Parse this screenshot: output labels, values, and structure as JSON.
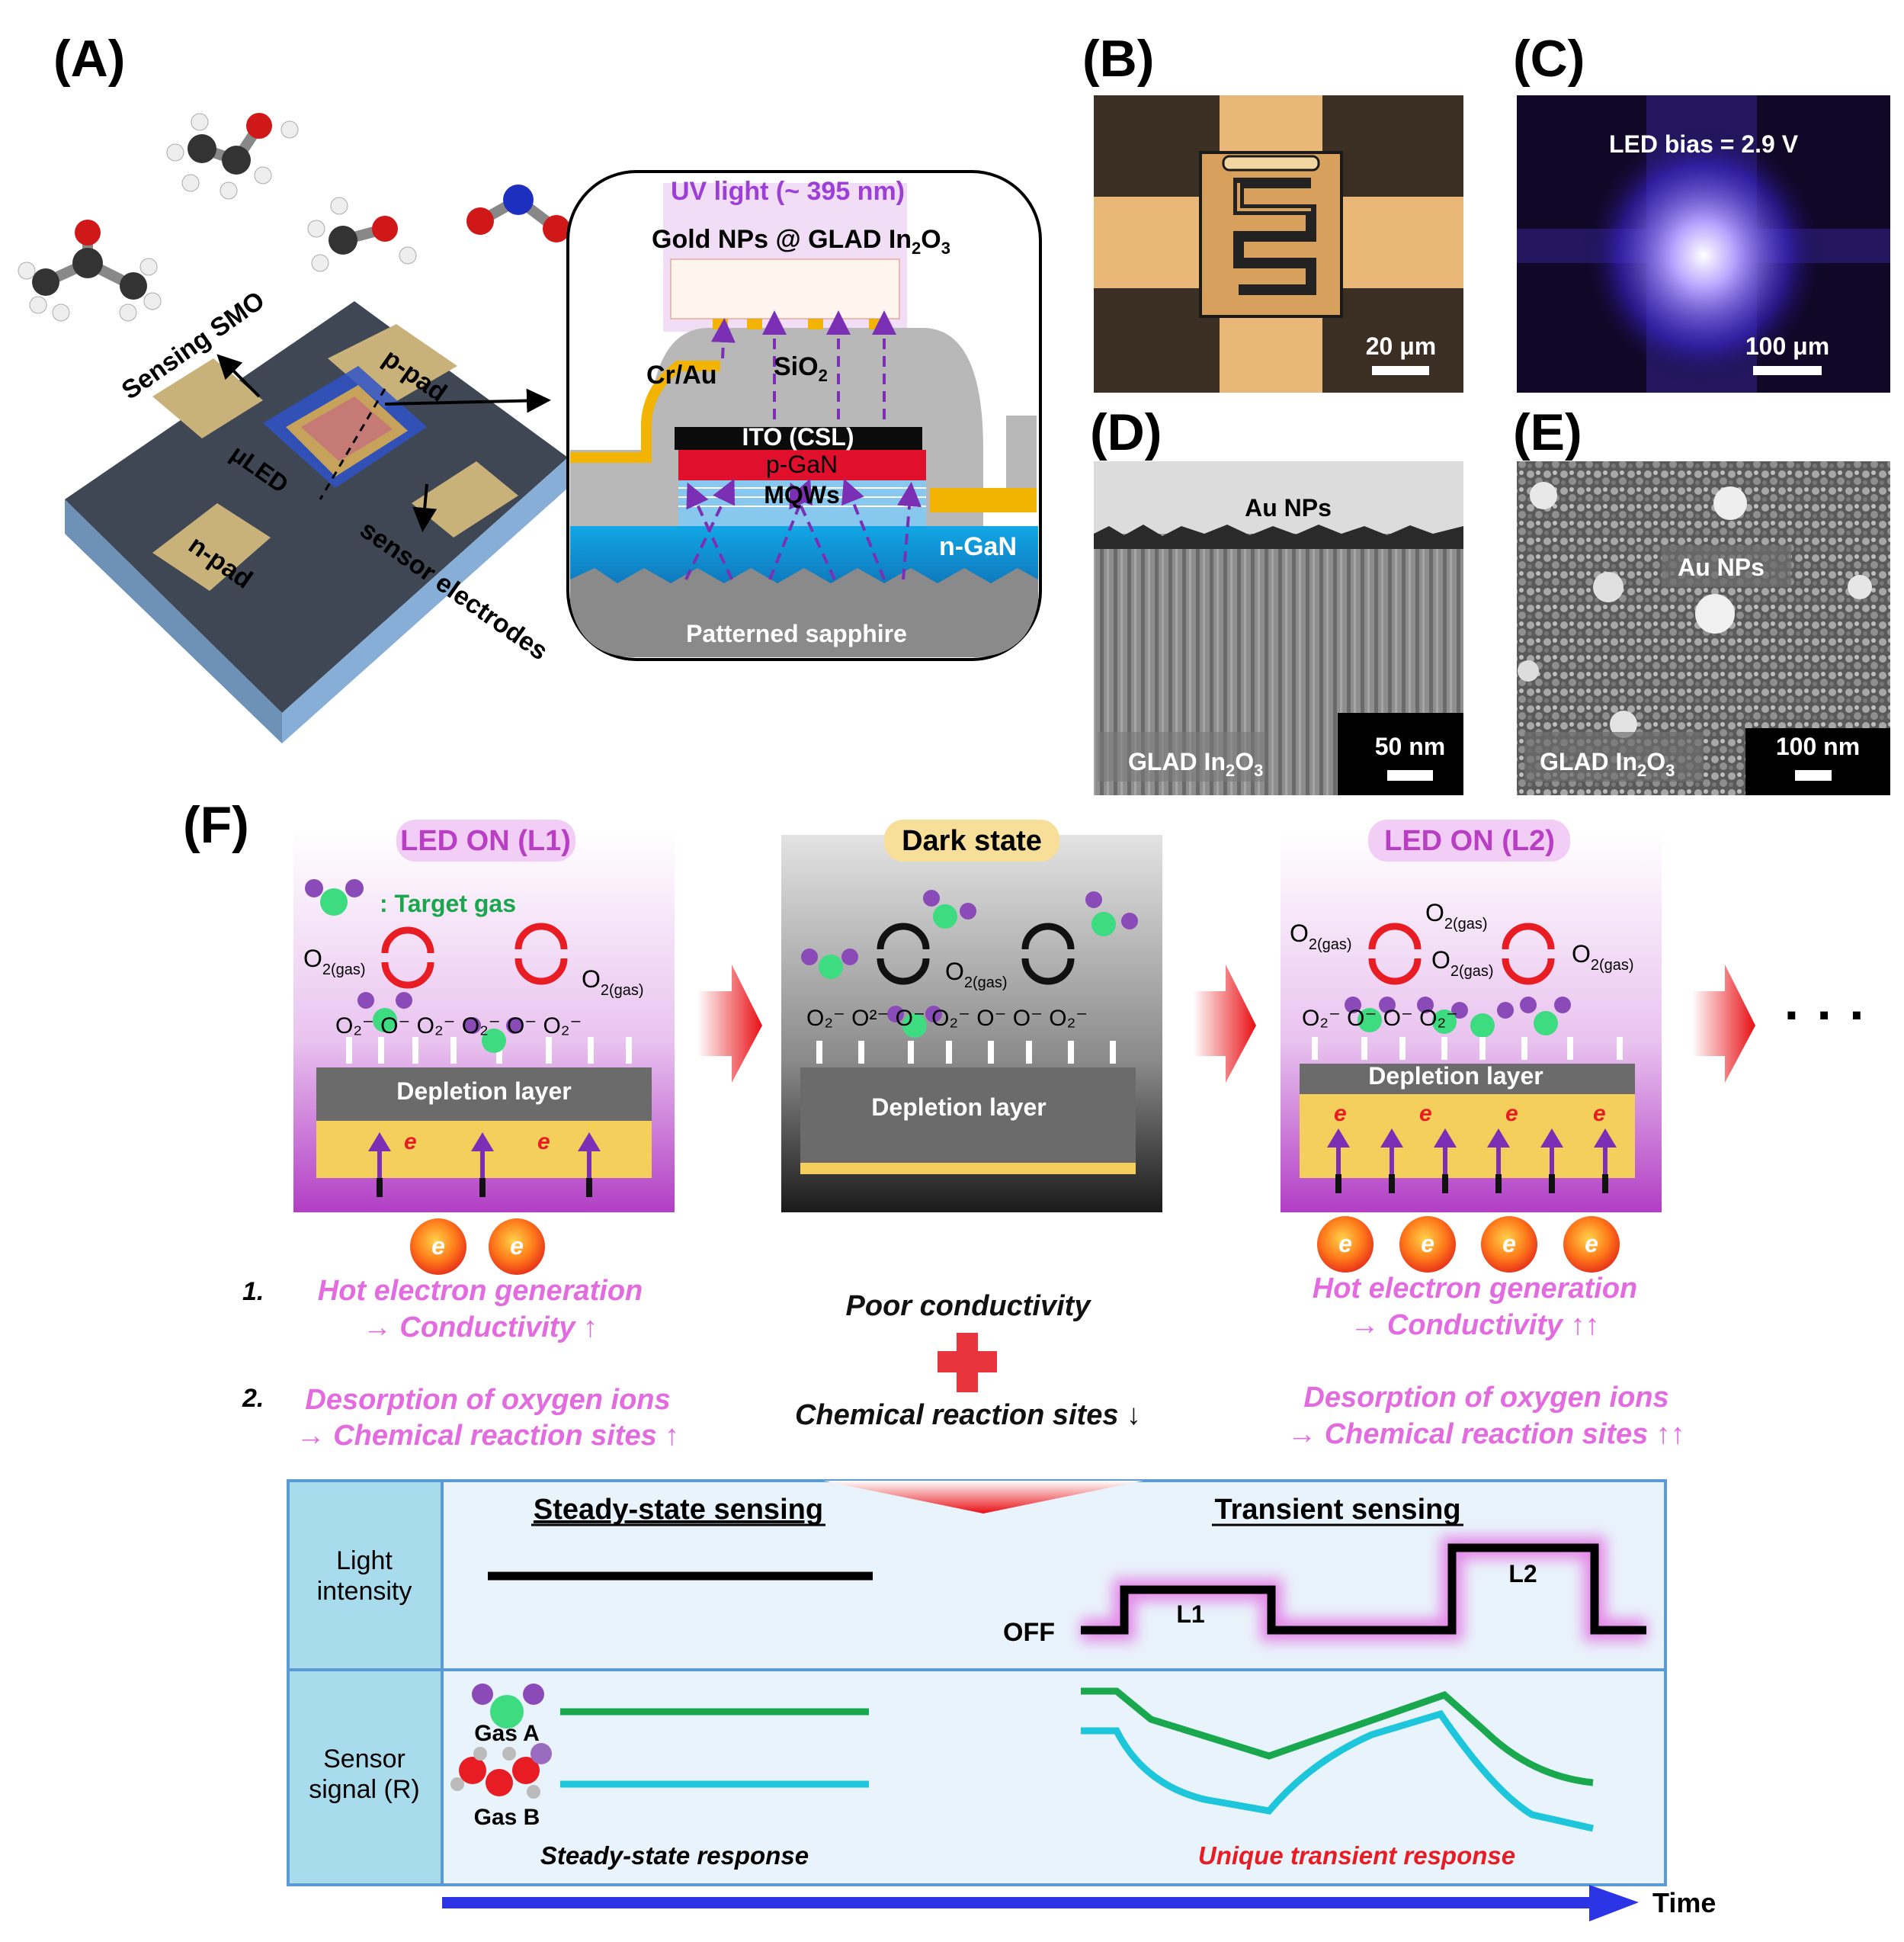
{
  "panels": {
    "A": {
      "label": "(A)",
      "uv_light": "UV light (~ 395 nm)",
      "gold_nps": "Gold NPs @ GLAD In",
      "gold_sub": "2",
      "gold_o": "O",
      "gold_sub2": "3",
      "sio2": "SiO",
      "sio2_sub": "2",
      "cr_au": "Cr/Au",
      "ito": "ITO (CSL)",
      "pgan": "p-GaN",
      "mqws": "MQWs",
      "ngan": "n-GaN",
      "sapphire": "Patterned sapphire",
      "sensing_smo": "Sensing SMO",
      "p_pad": "p-pad",
      "n_pad": "n-pad",
      "uled": "μLED",
      "sensor_electrodes": "sensor electrodes"
    },
    "B": {
      "label": "(B)",
      "scale": "20 μm"
    },
    "C": {
      "label": "(C)",
      "bias": "LED bias = 2.9 V",
      "scale": "100 μm"
    },
    "D": {
      "label": "(D)",
      "au": "Au NPs",
      "glad": "GLAD In",
      "glad_sub": "2",
      "glad_o": "O",
      "glad_sub2": "3",
      "scale": "50 nm"
    },
    "E": {
      "label": "(E)",
      "au": "Au NPs",
      "glad": "GLAD In",
      "glad_sub": "2",
      "glad_o": "O",
      "glad_sub2": "3",
      "scale": "100 nm"
    },
    "F": {
      "label": "(F)",
      "led_on_l1": "LED ON (L1)",
      "dark_state": "Dark state",
      "led_on_l2": "LED ON (L2)",
      "target_gas": ": Target gas",
      "o2gas": "O",
      "o2gas_sub": "2(gas)",
      "depletion": "Depletion layer",
      "electron": "e",
      "ellipsis": "· · ·",
      "step1": "1.",
      "step2": "2.",
      "hot1": "Hot electron generation",
      "cond1": "→ Conductivity ↑",
      "des1": "Desorption of oxygen ions",
      "chem1": "→ Chemical reaction sites ↑",
      "poor": "Poor conductivity",
      "chem_dark": "Chemical reaction sites ↓",
      "hot2": "Hot electron generation",
      "cond2": "→ Conductivity ↑↑",
      "des2": "Desorption of oxygen ions",
      "chem2": "→ Chemical reaction sites ↑↑",
      "steady_title": "Steady-state sensing",
      "transient_title": "Transient sensing",
      "light_intensity": [
        "Light",
        "intensity"
      ],
      "sensor_signal": [
        "Sensor",
        "signal (R)"
      ],
      "off": "OFF",
      "l1": "L1",
      "l2": "L2",
      "gas_a": "Gas A",
      "gas_b": "Gas B",
      "steady_response": "Steady-state response",
      "transient_response": "Unique transient response",
      "time": "Time"
    }
  },
  "colors": {
    "magenta": "#d94fd0",
    "purple": "#7a2fb5",
    "red": "#e81d24",
    "green": "#19a84e",
    "cyan": "#1ec6dc",
    "table_bg": "#e9f3fb",
    "table_head": "#a8dcec",
    "table_border": "#5b9bd5",
    "time_arrow": "#2b35e6"
  }
}
